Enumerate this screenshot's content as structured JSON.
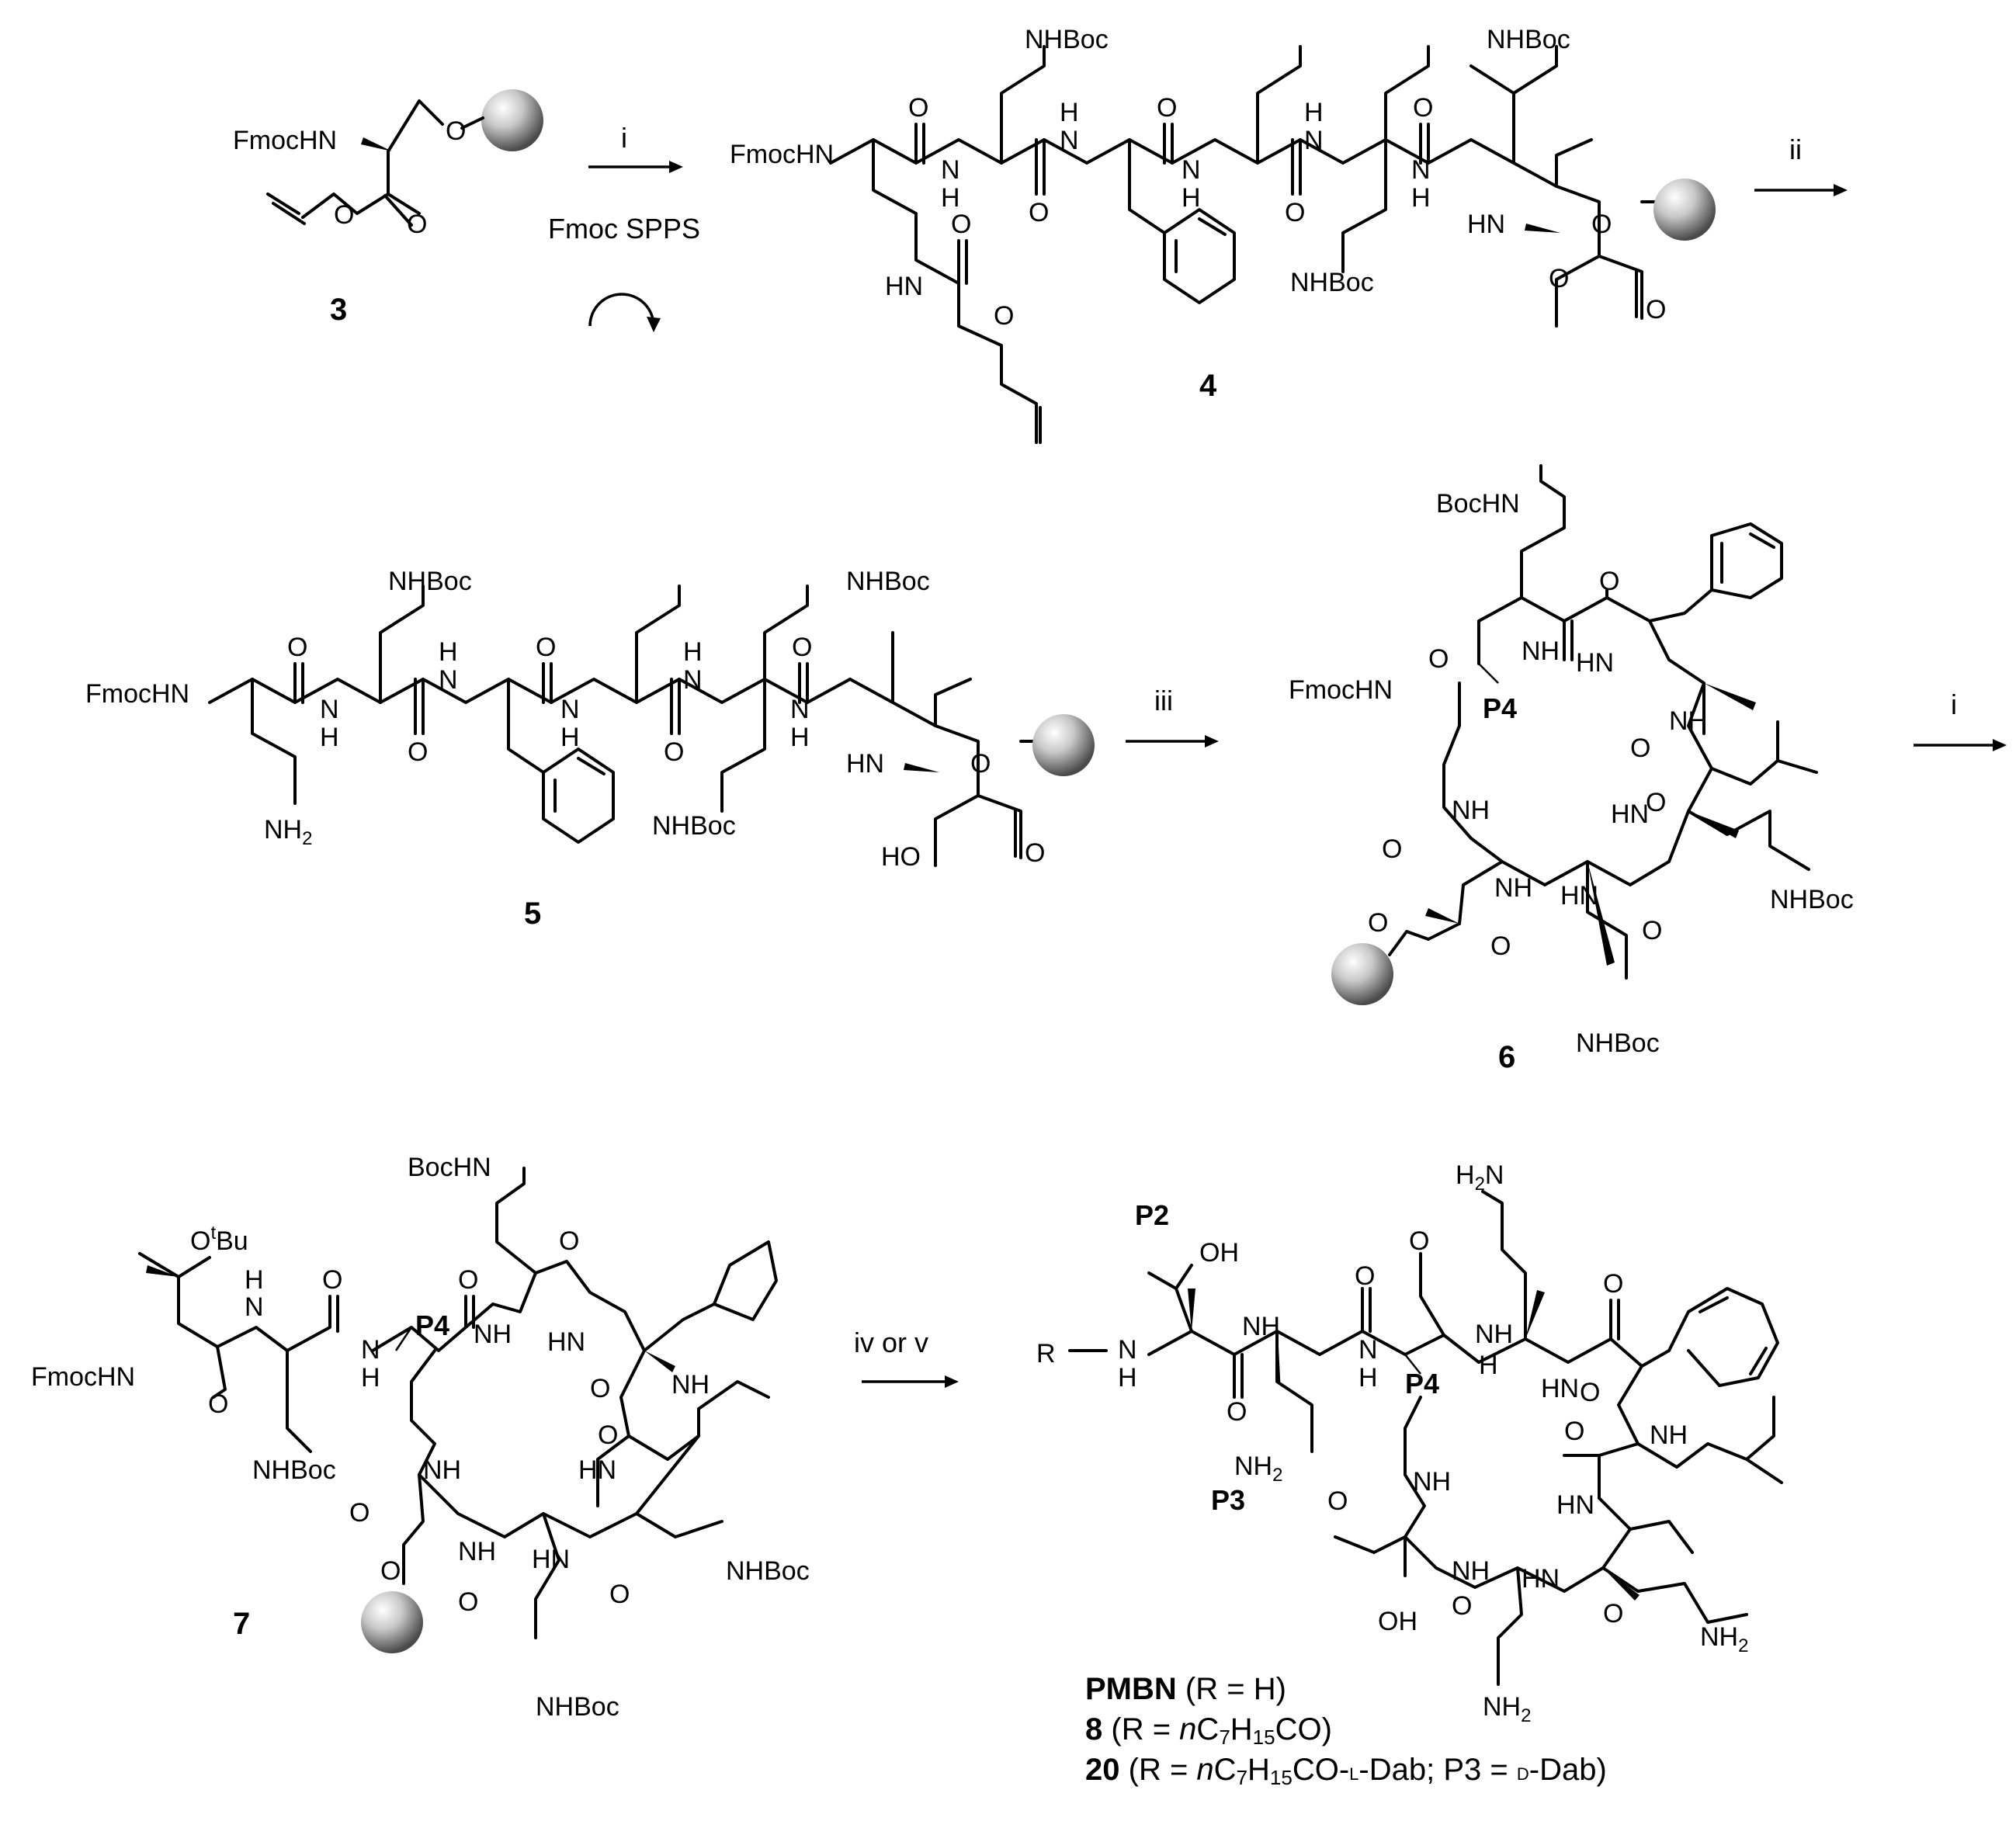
{
  "compounds": {
    "c3": "3",
    "c4": "4",
    "c5": "5",
    "c6": "6",
    "c7": "7"
  },
  "steps": {
    "step_i_a": "i",
    "step_spps": "Fmoc SPPS",
    "step_ii": "ii",
    "step_iii": "iii",
    "step_i_b": "i",
    "step_iv_v": "iv or v"
  },
  "residues": {
    "p4_6": "P4",
    "p4_7": "P4",
    "p4_final": "P4",
    "p2": "P2",
    "p3": "P3"
  },
  "labels": {
    "fmochn": "FmocHN",
    "nhboc": "NHBoc",
    "bochn": "BocHN",
    "nh": "NH",
    "hn": "HN",
    "n": "N",
    "h": "H",
    "o": "O",
    "oh": "OH",
    "ho": "HO",
    "nh2": "NH2",
    "h2n": "H2N",
    "otbu": "OtBu",
    "r": "R"
  },
  "legend": {
    "pmbn_name": "PMBN",
    "pmbn_def": "(R = H)",
    "c8_name": "8",
    "c8_def_a": "(R = ",
    "c8_def_n": "n",
    "c8_def_b": "C",
    "c8_sub1": "7",
    "c8_def_c": "H",
    "c8_sub2": "15",
    "c8_def_d": "CO)",
    "c20_name": "20",
    "c20_def_a": "(R = ",
    "c20_def_n": "n",
    "c20_def_b": "C",
    "c20_sub1": "7",
    "c20_def_c": "H",
    "c20_sub2": "15",
    "c20_def_d": "CO-",
    "c20_l": "l",
    "c20_def_e": "-Dab; P3 = ",
    "c20_d": "d",
    "c20_def_f": "-Dab)"
  }
}
